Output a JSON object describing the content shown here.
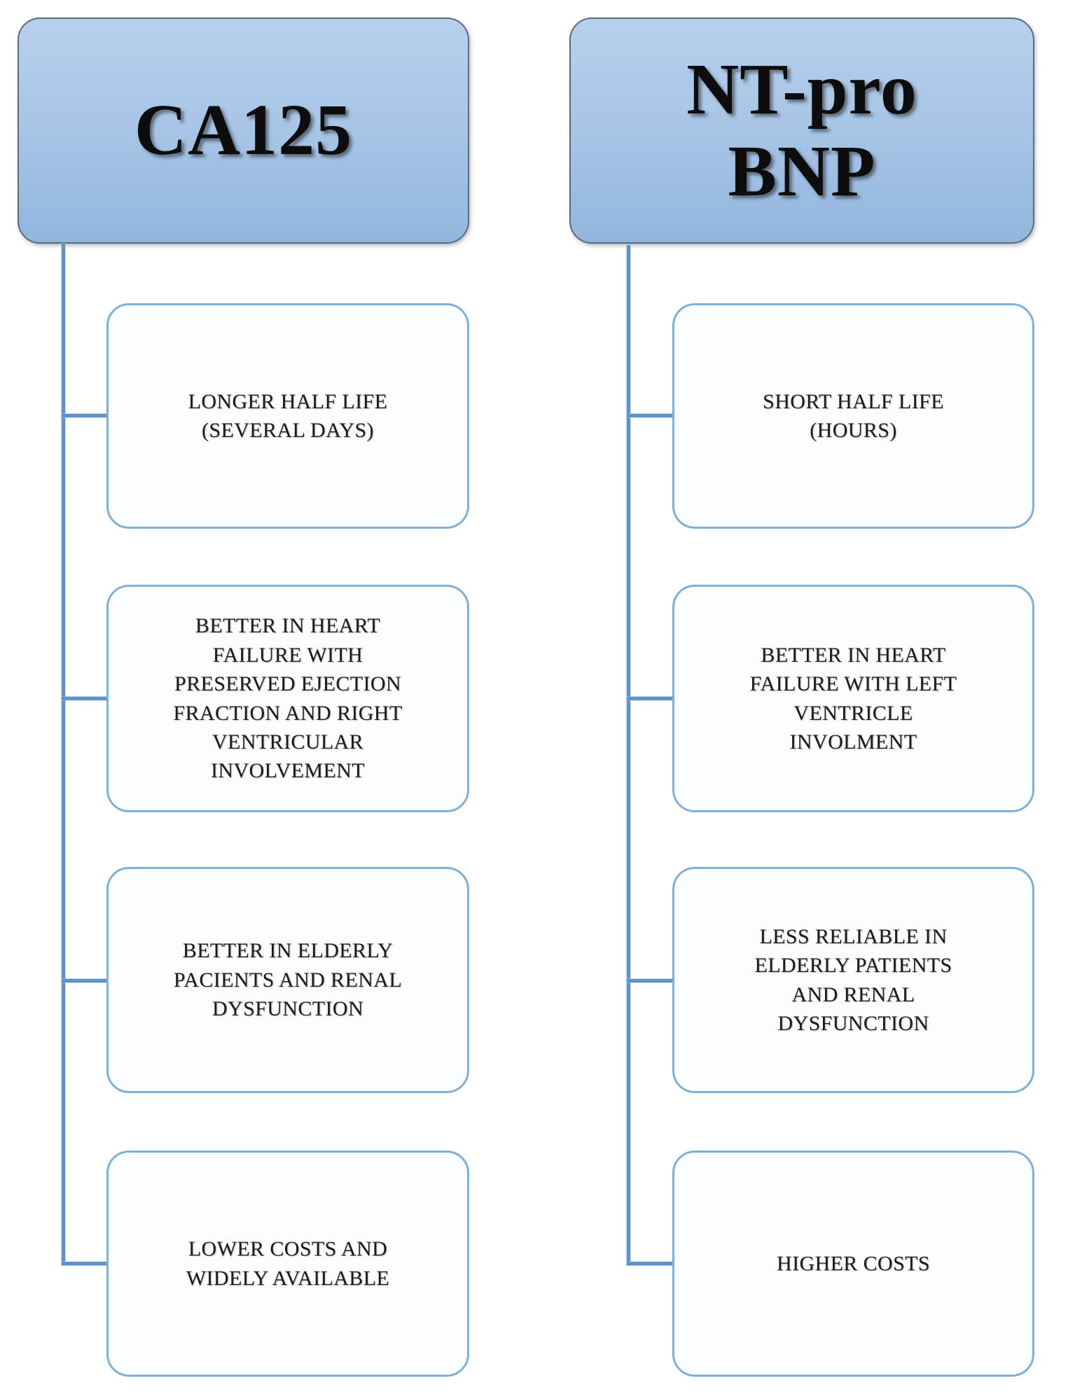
{
  "diagram": {
    "title_implicit": "CA125 vs NT-pro BNP comparison",
    "colors": {
      "header_fill_top": "#b7d0ec",
      "header_fill_bottom": "#92b6dd",
      "header_border": "#5c6a7c",
      "node_fill": "#fbfdfe",
      "node_border": "#7fafdb",
      "connector": "#5f92c8",
      "text": "#1b1b1b"
    },
    "columns": [
      {
        "id": "ca125",
        "header": "CA125",
        "items": [
          "LONGER HALF LIFE\n(SEVERAL DAYS)",
          "BETTER IN HEART\nFAILURE WITH\nPRESERVED EJECTION\nFRACTION AND RIGHT\nVENTRICULAR\nINVOLVEMENT",
          "BETTER IN ELDERLY\nPACIENTS AND RENAL\nDYSFUNCTION",
          "LOWER COSTS AND\nWIDELY AVAILABLE"
        ]
      },
      {
        "id": "nt-pro-bnp",
        "header": "NT-pro\nBNP",
        "items": [
          "SHORT HALF LIFE\n(HOURS)",
          "BETTER IN HEART\nFAILURE WITH LEFT\nVENTRICLE\nINVOLMENT",
          "LESS RELIABLE IN\nELDERLY PATIENTS\nAND RENAL\nDYSFUNCTION",
          "HIGHER COSTS"
        ]
      }
    ]
  }
}
